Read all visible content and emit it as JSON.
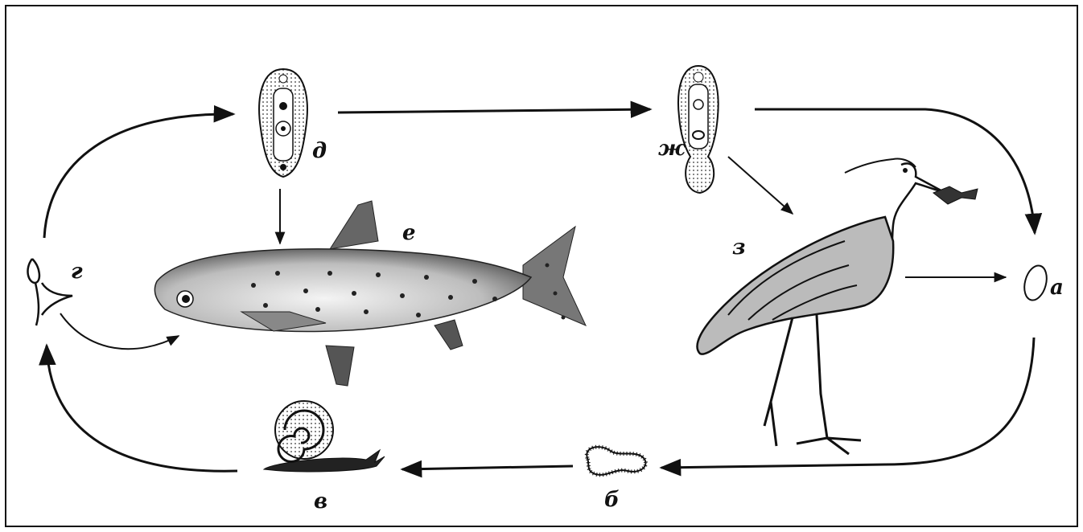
{
  "labels": {
    "a": "а",
    "b": "б",
    "v": "в",
    "g": "г",
    "d": "д",
    "e": "е",
    "zh": "ж",
    "z": "з"
  }
}
